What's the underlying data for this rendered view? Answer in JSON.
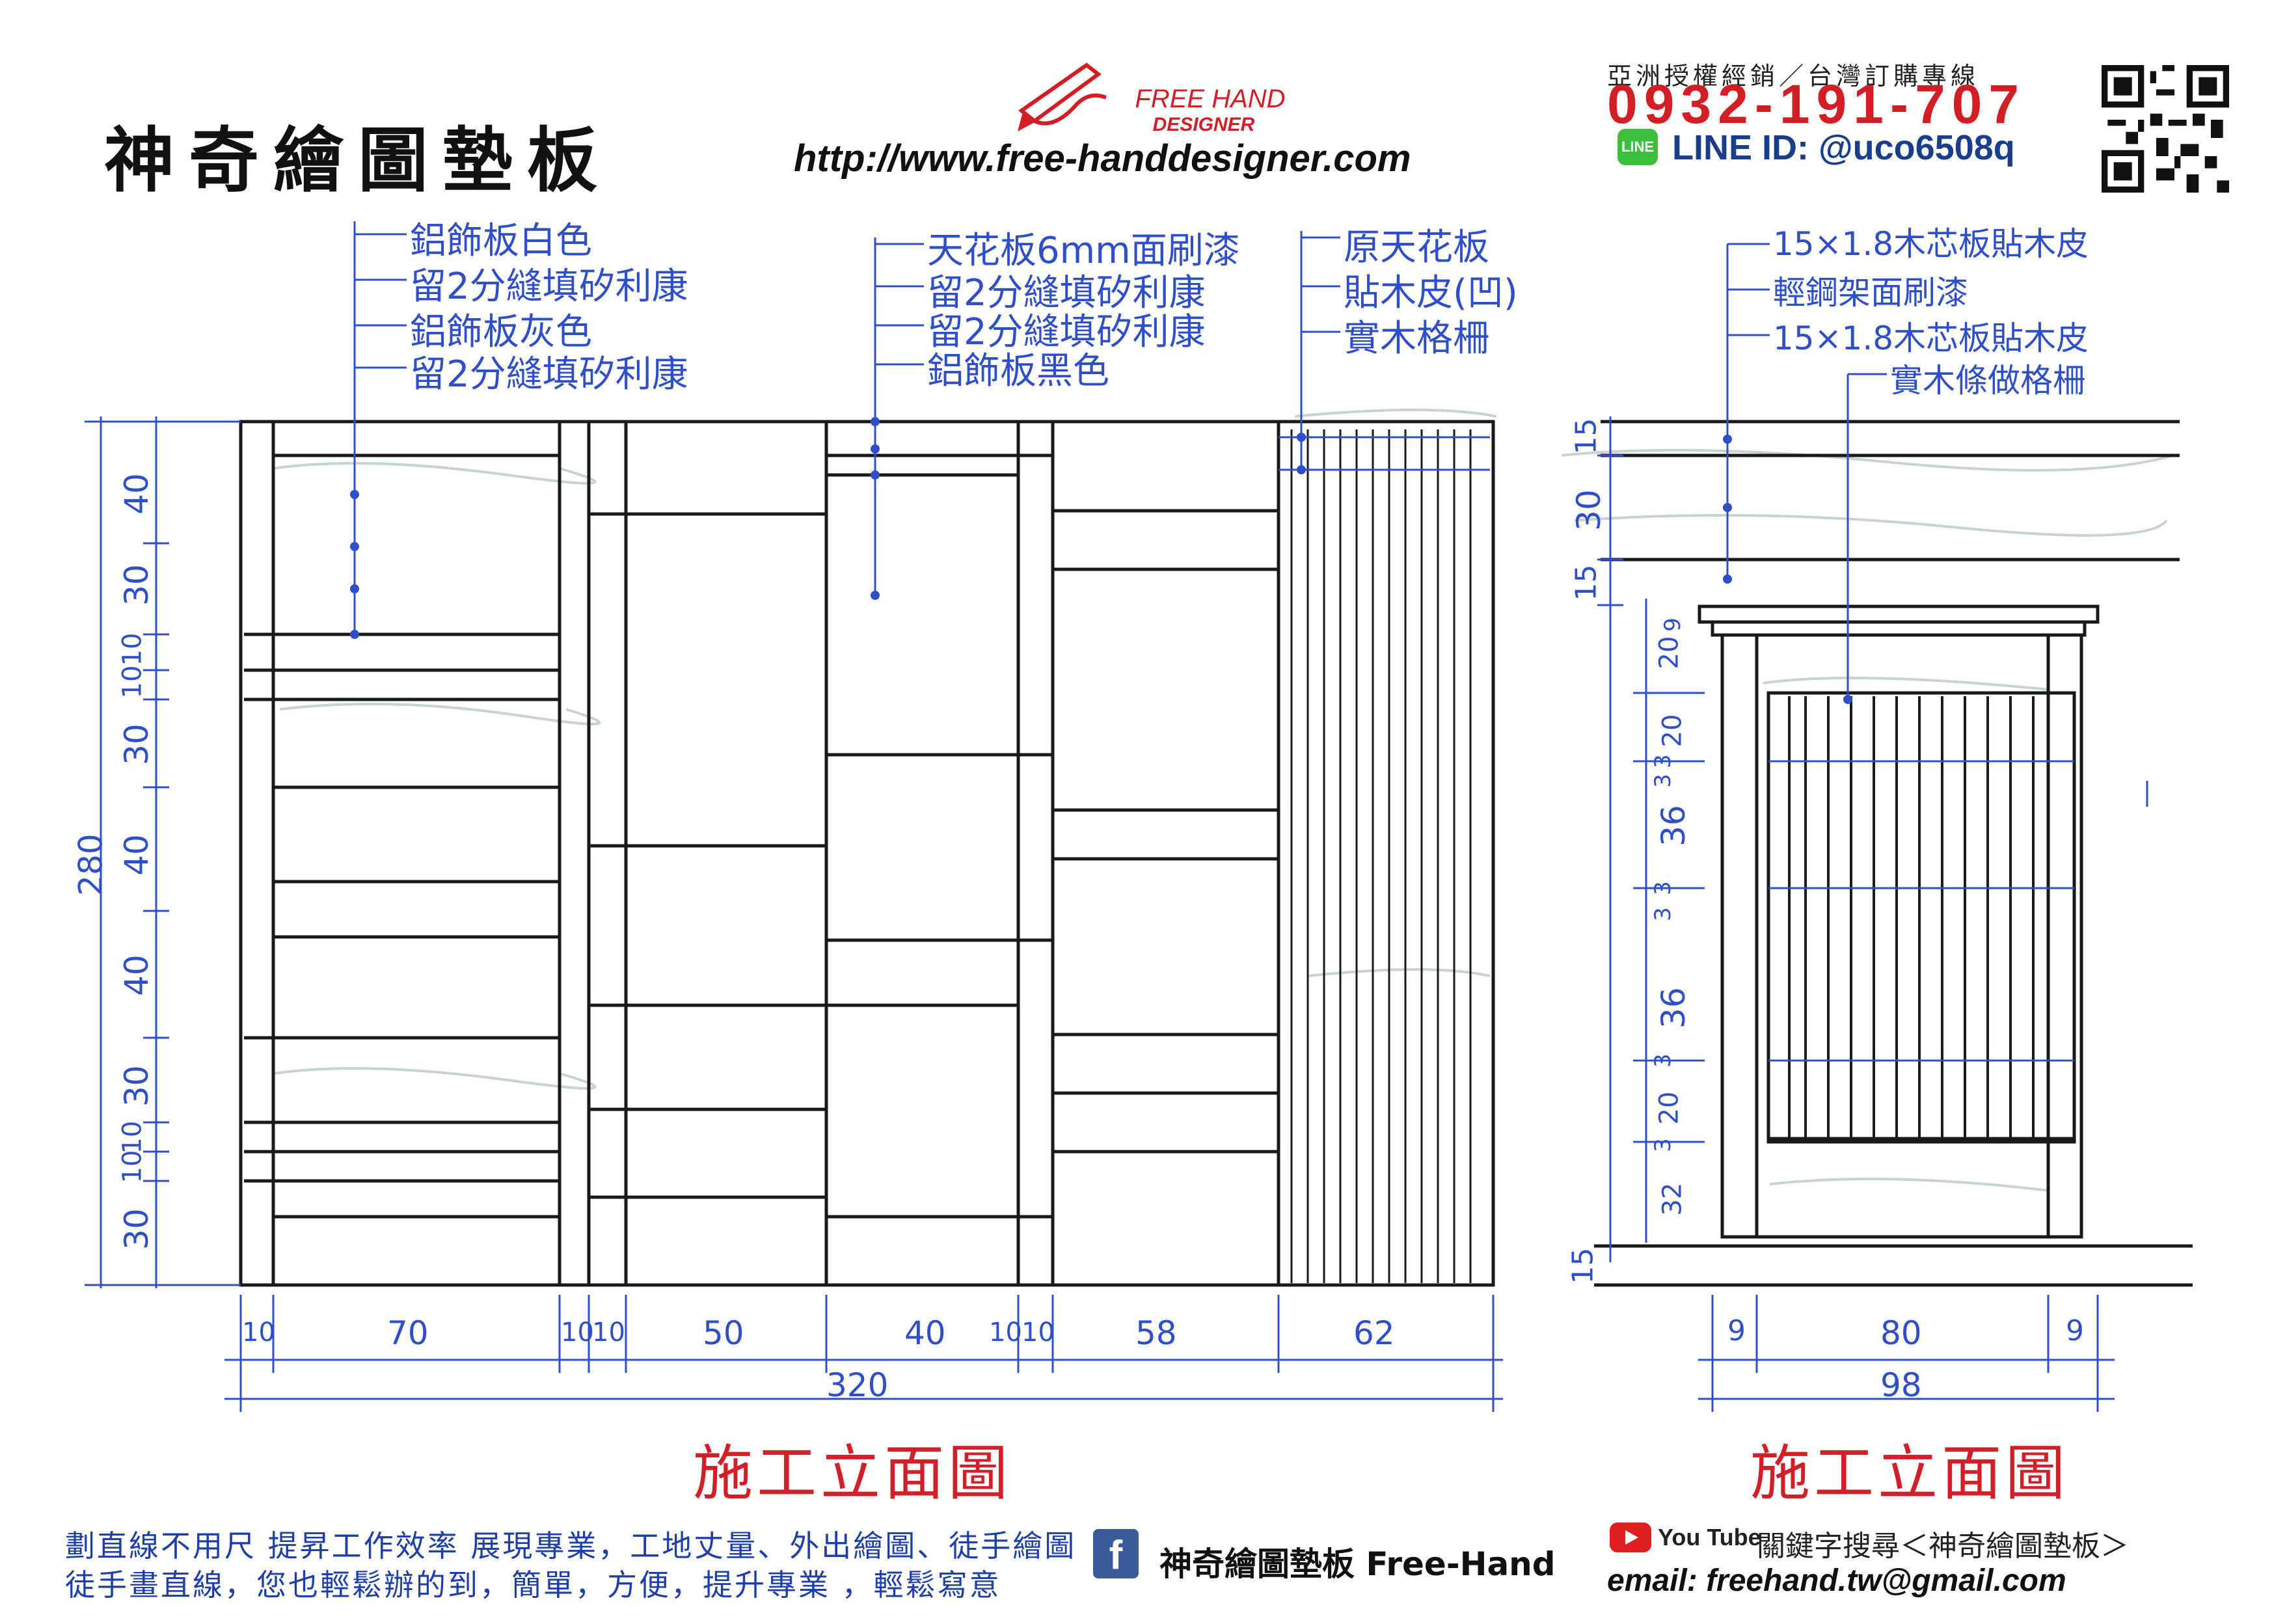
{
  "header": {
    "title": "神奇繪圖墊板",
    "brand_line1": "FREE HAND",
    "brand_line2": "DESIGNER",
    "url": "http://www.free-handdesigner.com",
    "contact_label": "亞洲授權經銷／台灣訂購專線",
    "phone": "0932-191-707",
    "line_badge": "LINE",
    "line_id": "LINE ID: @uco6508q"
  },
  "left_drawing": {
    "notes_a": [
      "鋁飾板白色",
      "留2分縫填矽利康",
      "鋁飾板灰色",
      "留2分縫填矽利康"
    ],
    "notes_b": [
      "天花板6mm面刷漆",
      "留2分縫填矽利康",
      "留2分縫填矽利康",
      "鋁飾板黑色"
    ],
    "notes_c": [
      "原天花板",
      "貼木皮(凹)",
      "實木格柵"
    ],
    "height_total": "280",
    "vertical_dims": [
      "40",
      "30",
      "10",
      "10",
      "30",
      "40",
      "40",
      "30",
      "10",
      "10",
      "30"
    ],
    "bottom_dims": [
      "10",
      "70",
      "10",
      "10",
      "50",
      "40",
      "10",
      "10",
      "58",
      "62"
    ],
    "width_total": "320",
    "caption": "施工立面圖"
  },
  "right_drawing": {
    "notes": [
      "15×1.8木芯板貼木皮",
      "輕鋼架面刷漆",
      "15×1.8木芯板貼木皮",
      "實木條做格柵"
    ],
    "top_dims": [
      "15",
      "30",
      "15"
    ],
    "vertical_dims": [
      "20",
      "9",
      "3",
      "20",
      "3",
      "36",
      "3",
      "3",
      "36",
      "3",
      "20",
      "3",
      "32"
    ],
    "bottom_dim_left": "15",
    "bottom_dims": [
      "9",
      "80",
      "9"
    ],
    "width_total": "98",
    "caption": "施工立面圖"
  },
  "footer": {
    "line1": "劃直線不用尺 提昇工作效率 展現專業，工地丈量、外出繪圖、徒手繪圖",
    "line2": "徒手畫直線，您也輕鬆辦的到，簡單，方便，提升專業 ，輕鬆寫意",
    "facebook_icon": "f",
    "facebook_text": "神奇繪圖墊板 Free-Hand",
    "youtube_label": "You Tube",
    "youtube_text": "關鍵字搜尋＜神奇繪圖墊板＞",
    "email": "email: freehand.tw@gmail.com"
  },
  "colors": {
    "ink": "#2f4fc8",
    "accent": "#d21f26",
    "line": "#1a1a1a",
    "wood": "#c8d2cf"
  }
}
